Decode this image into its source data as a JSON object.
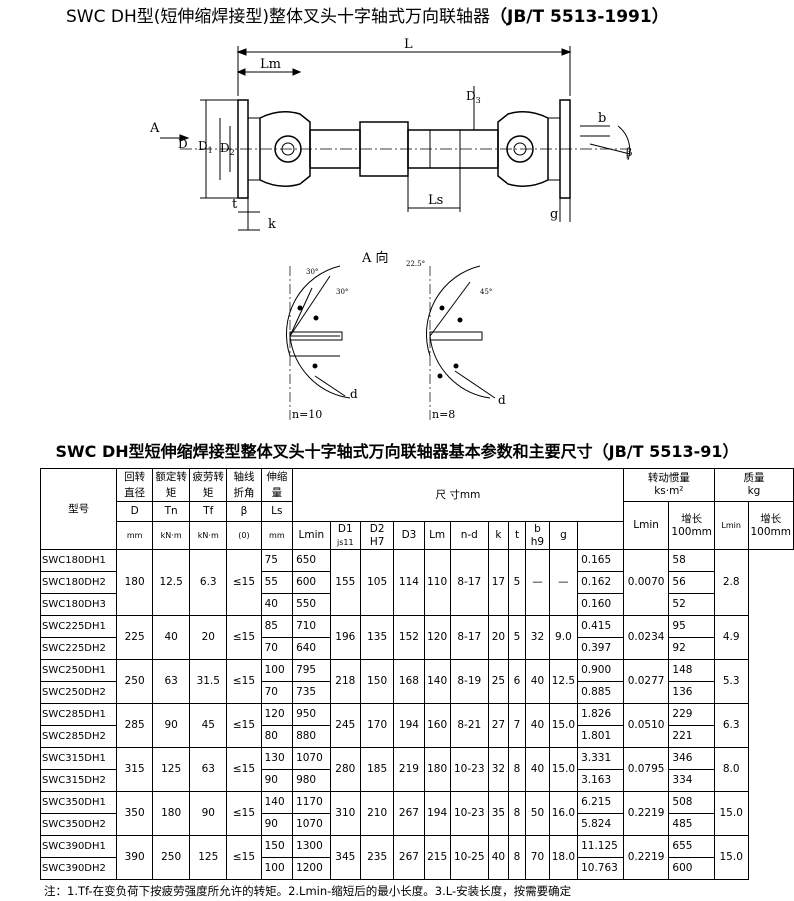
{
  "top_title": {
    "text": "SWC DH型(短伸缩焊接型)整体叉头十字轴式万向联轴器",
    "std": "（JB/T 5513-1991）"
  },
  "drawing": {
    "labels": {
      "L": "L",
      "Lm": "Lm",
      "A": "A",
      "D": "D",
      "D1": "D",
      "D1sub": "1",
      "D2": "D",
      "D2sub": "2",
      "D3": "D",
      "D3sub": "3",
      "b": "b",
      "beta": "β",
      "t": "t",
      "k": "k",
      "Ls": "Ls",
      "g": "g",
      "view": "A  向",
      "ang1": "30°",
      "ang2": "30°",
      "ang3": "22.5°",
      "ang4": "45°",
      "d1": "d",
      "d2": "d",
      "n1": "n=10",
      "n2": "n=8"
    }
  },
  "table_title": {
    "text": "SWC DH型短伸缩焊接型整体叉头十字轴式万向联轴器基本参数和主要尺寸",
    "std": "（JB/T 5513-91）"
  },
  "table": {
    "header": {
      "model": "型号",
      "D_top": "回转直径",
      "D_sym": "D",
      "D_unit": "mm",
      "Tn_top": "额定转矩",
      "Tn_sym": "Tn",
      "Tn_unit": "kN·m",
      "Tf_top": "疲劳转矩",
      "Tf_sym": "Tf",
      "Tf_unit": "kN·m",
      "beta_top": "轴线折角",
      "beta_sym": "β",
      "beta_unit": "(0)",
      "Ls_top": "伸缩量",
      "Ls_sym": "Ls",
      "Ls_unit": "mm",
      "dims": "尺 寸mm",
      "Lmin": "Lmin",
      "D1": "D1",
      "D1_sub": "js11",
      "D2": "D2",
      "D2_sub": "H7",
      "D3": "D3",
      "Lm": "Lm",
      "nd": "n-d",
      "k": "k",
      "t": "t",
      "b": "b",
      "b_sub": "h9",
      "g": "g",
      "inertia": "转动惯量",
      "inertia_unit": "ks·m²",
      "inertia_Lmin": "Lmin",
      "inertia_inc": "增长",
      "inertia_inc_unit": "100mm",
      "mass": "质量",
      "mass_unit": "kg",
      "mass_Lmin": "Lmin",
      "mass_inc": "增长",
      "mass_inc_unit": "100mm"
    },
    "groups": [
      {
        "D": "180",
        "Tn": "12.5",
        "Tf": "6.3",
        "beta": "≤15",
        "D1": "155",
        "D2": "105",
        "D3": "114",
        "Lm": "110",
        "nd": "8-17",
        "k": "17",
        "t": "5",
        "b": "—",
        "g": "—",
        "inc_inertia": "0.0070",
        "inc_mass": "2.8",
        "rows": [
          {
            "model": "SWC180DH1",
            "Ls": "75",
            "Lmin": "650",
            "inertia": "0.165",
            "mass": "58"
          },
          {
            "model": "SWC180DH2",
            "Ls": "55",
            "Lmin": "600",
            "inertia": "0.162",
            "mass": "56"
          },
          {
            "model": "SWC180DH3",
            "Ls": "40",
            "Lmin": "550",
            "inertia": "0.160",
            "mass": "52"
          }
        ]
      },
      {
        "D": "225",
        "Tn": "40",
        "Tf": "20",
        "beta": "≤15",
        "D1": "196",
        "D2": "135",
        "D3": "152",
        "Lm": "120",
        "nd": "8-17",
        "k": "20",
        "t": "5",
        "b": "32",
        "g": "9.0",
        "inc_inertia": "0.0234",
        "inc_mass": "4.9",
        "rows": [
          {
            "model": "SWC225DH1",
            "Ls": "85",
            "Lmin": "710",
            "inertia": "0.415",
            "mass": "95"
          },
          {
            "model": "SWC225DH2",
            "Ls": "70",
            "Lmin": "640",
            "inertia": "0.397",
            "mass": "92"
          }
        ]
      },
      {
        "D": "250",
        "Tn": "63",
        "Tf": "31.5",
        "beta": "≤15",
        "D1": "218",
        "D2": "150",
        "D3": "168",
        "Lm": "140",
        "nd": "8-19",
        "k": "25",
        "t": "6",
        "b": "40",
        "g": "12.5",
        "inc_inertia": "0.0277",
        "inc_mass": "5.3",
        "rows": [
          {
            "model": "SWC250DH1",
            "Ls": "100",
            "Lmin": "795",
            "inertia": "0.900",
            "mass": "148"
          },
          {
            "model": "SWC250DH2",
            "Ls": "70",
            "Lmin": "735",
            "inertia": "0.885",
            "mass": "136"
          }
        ]
      },
      {
        "D": "285",
        "Tn": "90",
        "Tf": "45",
        "beta": "≤15",
        "D1": "245",
        "D2": "170",
        "D3": "194",
        "Lm": "160",
        "nd": "8-21",
        "k": "27",
        "t": "7",
        "b": "40",
        "g": "15.0",
        "inc_inertia": "0.0510",
        "inc_mass": "6.3",
        "rows": [
          {
            "model": "SWC285DH1",
            "Ls": "120",
            "Lmin": "950",
            "inertia": "1.826",
            "mass": "229"
          },
          {
            "model": "SWC285DH2",
            "Ls": "80",
            "Lmin": "880",
            "inertia": "1.801",
            "mass": "221"
          }
        ]
      },
      {
        "D": "315",
        "Tn": "125",
        "Tf": "63",
        "beta": "≤15",
        "D1": "280",
        "D2": "185",
        "D3": "219",
        "Lm": "180",
        "nd": "10-23",
        "k": "32",
        "t": "8",
        "b": "40",
        "g": "15.0",
        "inc_inertia": "0.0795",
        "inc_mass": "8.0",
        "rows": [
          {
            "model": "SWC315DH1",
            "Ls": "130",
            "Lmin": "1070",
            "inertia": "3.331",
            "mass": "346"
          },
          {
            "model": "SWC315DH2",
            "Ls": "90",
            "Lmin": "980",
            "inertia": "3.163",
            "mass": "334"
          }
        ]
      },
      {
        "D": "350",
        "Tn": "180",
        "Tf": "90",
        "beta": "≤15",
        "D1": "310",
        "D2": "210",
        "D3": "267",
        "Lm": "194",
        "nd": "10-23",
        "k": "35",
        "t": "8",
        "b": "50",
        "g": "16.0",
        "inc_inertia": "0.2219",
        "inc_mass": "15.0",
        "rows": [
          {
            "model": "SWC350DH1",
            "Ls": "140",
            "Lmin": "1170",
            "inertia": "6.215",
            "mass": "508"
          },
          {
            "model": "SWC350DH2",
            "Ls": "90",
            "Lmin": "1070",
            "inertia": "5.824",
            "mass": "485"
          }
        ]
      },
      {
        "D": "390",
        "Tn": "250",
        "Tf": "125",
        "beta": "≤15",
        "D1": "345",
        "D2": "235",
        "D3": "267",
        "Lm": "215",
        "nd": "10-25",
        "k": "40",
        "t": "8",
        "b": "70",
        "g": "18.0",
        "inc_inertia": "0.2219",
        "inc_mass": "15.0",
        "rows": [
          {
            "model": "SWC390DH1",
            "Ls": "150",
            "Lmin": "1300",
            "inertia": "11.125",
            "mass": "655"
          },
          {
            "model": "SWC390DH2",
            "Ls": "100",
            "Lmin": "1200",
            "inertia": "10.763",
            "mass": "600"
          }
        ]
      }
    ]
  },
  "note": "注：1.Tf-在变负荷下按疲劳强度所允许的转矩。2.Lmin-缩短后的最小长度。3.L-安装长度，按需要确定"
}
